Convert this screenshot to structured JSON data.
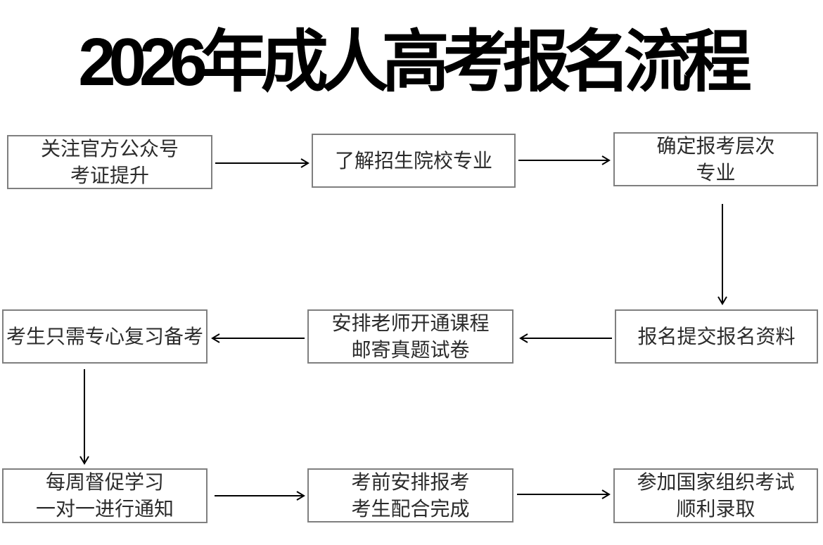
{
  "title": "2026年成人高考报名流程",
  "flow": {
    "boxes": [
      {
        "id": "step-1",
        "lines": [
          "关注官方公众号",
          "考证提升"
        ]
      },
      {
        "id": "step-2",
        "lines": [
          "了解招生院校专业"
        ]
      },
      {
        "id": "step-3",
        "lines": [
          "确定报考层次",
          "专业"
        ]
      },
      {
        "id": "step-4",
        "lines": [
          "报名提交报名资料"
        ]
      },
      {
        "id": "step-5",
        "lines": [
          "安排老师开通课程",
          "邮寄真题试卷"
        ]
      },
      {
        "id": "step-6",
        "lines": [
          "考生只需专心复习备考"
        ]
      },
      {
        "id": "step-7",
        "lines": [
          "每周督促学习",
          "一对一进行通知"
        ]
      },
      {
        "id": "step-8",
        "lines": [
          "考前安排报考",
          "考生配合完成"
        ]
      },
      {
        "id": "step-9",
        "lines": [
          "参加国家组织考试",
          "顺利录取"
        ]
      }
    ],
    "edges": [
      {
        "from": "step-1",
        "to": "step-2",
        "direction": "right"
      },
      {
        "from": "step-2",
        "to": "step-3",
        "direction": "right"
      },
      {
        "from": "step-3",
        "to": "step-4",
        "direction": "down"
      },
      {
        "from": "step-4",
        "to": "step-5",
        "direction": "left"
      },
      {
        "from": "step-5",
        "to": "step-6",
        "direction": "left"
      },
      {
        "from": "step-6",
        "to": "step-7",
        "direction": "down"
      },
      {
        "from": "step-7",
        "to": "step-8",
        "direction": "right"
      },
      {
        "from": "step-8",
        "to": "step-9",
        "direction": "right"
      }
    ],
    "colors": {
      "background": "#ffffff",
      "box_border": "#7f7f7f",
      "arrow": "#000000",
      "box_text": "#2b2b2b",
      "title_text": "#000000"
    }
  }
}
